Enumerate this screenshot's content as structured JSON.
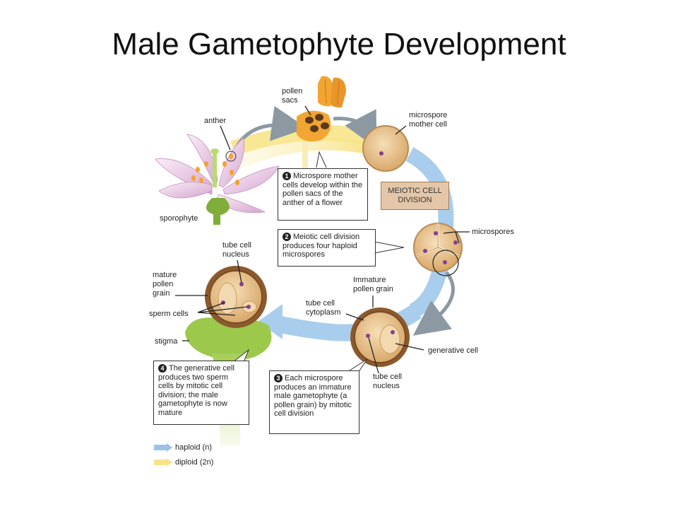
{
  "title": "Male Gametophyte Development",
  "labels": {
    "anther": "anther",
    "pollen_sacs": "pollen\nsacs",
    "microspore_mother_cell": "microspore\nmother cell",
    "sporophyte": "sporophyte",
    "meiotic_cell_division": "MEIOTIC CELL\nDIVISION",
    "microspores": "microspores",
    "tube_cell_nucleus_top": "tube cell\nnucleus",
    "mature_pollen_grain": "mature\npollen\ngrain",
    "sperm_cells": "sperm cells",
    "stigma": "stigma",
    "immature_pollen_grain": "Immature\npollen grain",
    "tube_cell_cytoplasm": "tube cell\ncytoplasm",
    "generative_cell": "generative cell",
    "tube_cell_nucleus_bottom": "tube cell\nnucleus"
  },
  "steps": [
    {
      "num": "1",
      "text": "Microspore mother cells develop within the pollen sacs of the anther of a flower"
    },
    {
      "num": "2",
      "text": "Meiotic cell division produces four haploid microspores"
    },
    {
      "num": "3",
      "text": "Each microspore produces an immature male gametophyte (a pollen grain) by mitotic cell division"
    },
    {
      "num": "4",
      "text": "The generative cell produces two sperm cells by mitotic cell division; the male gametophyte is now mature"
    }
  ],
  "legend": {
    "haploid": "haploid (n)",
    "diploid": "diploid (2n)"
  },
  "colors": {
    "haploid_arrow": "#9cc3e6",
    "diploid_arrow": "#f7e48a",
    "cell_fill": "#e8c79a",
    "cell_edge": "#b98b55",
    "nucleus": "#8a3d8f",
    "meiotic_box": "#e3c7a8"
  }
}
